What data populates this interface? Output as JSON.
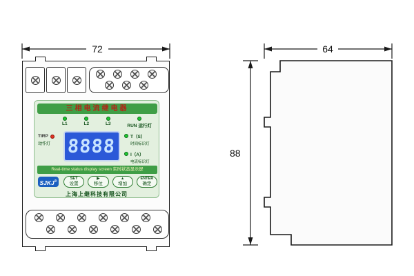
{
  "front": {
    "dim_label": "72",
    "panel": {
      "title": "三相电流继电器",
      "leds": [
        "L1",
        "L2",
        "L3",
        "RUN"
      ],
      "run_suffix": "运行灯",
      "trip_label": "TIRP",
      "trip_sub": "动作灯",
      "display_value": "8888",
      "right_leds": [
        {
          "label": "T（S）",
          "sub": "时间标识灯"
        },
        {
          "label": "I（A）",
          "sub": "电流标识灯"
        }
      ],
      "caption": "Real-time status display screen 实时状态显示屏",
      "logo": "SJKJ",
      "logo_reg": "®",
      "buttons": [
        {
          "top": "SET",
          "bottom": "设置"
        },
        {
          "top": "▶",
          "bottom": "移位"
        },
        {
          "top": "▲",
          "bottom": "增加"
        },
        {
          "top": "ENTER",
          "bottom": "确定"
        }
      ],
      "company": "上海上继科技有限公司"
    }
  },
  "side": {
    "dim_width": "64",
    "dim_height": "88"
  },
  "colors": {
    "band_green": "#3f9e46",
    "panel_face": "#e3f0df",
    "lcd_blue": "#2b59d8",
    "led_green": "#1ec832",
    "led_red": "#e23222",
    "logo_blue": "#1b5fc0",
    "title_red": "#b02818"
  }
}
